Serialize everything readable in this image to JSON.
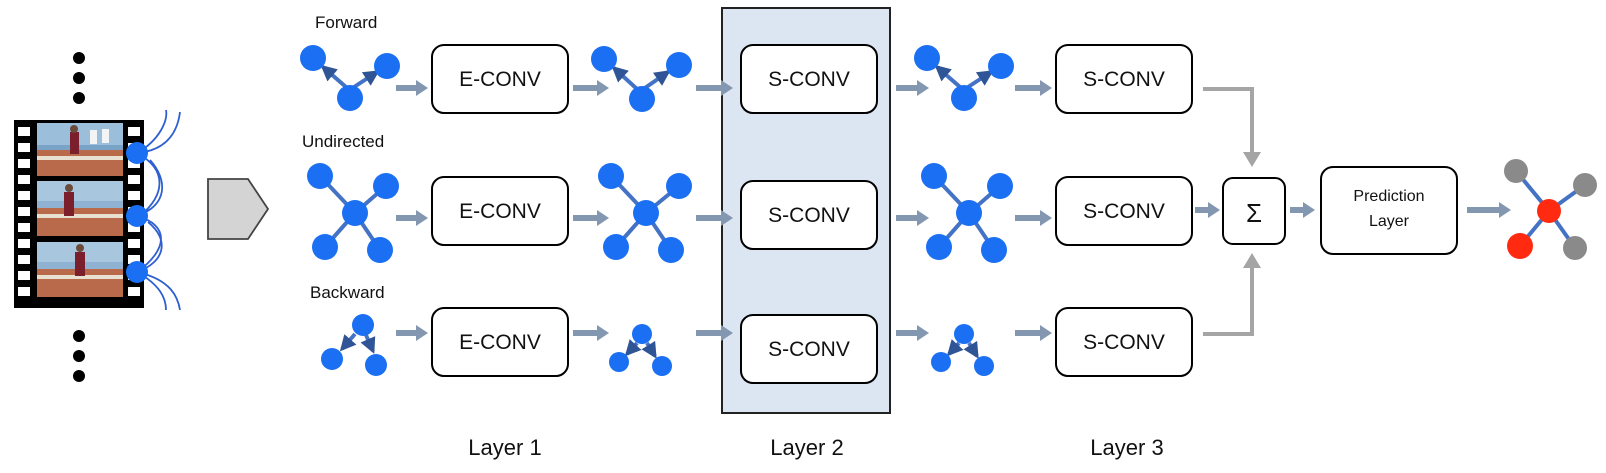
{
  "rows": {
    "forward": {
      "label": "Forward"
    },
    "undirected": {
      "label": "Undirected"
    },
    "backward": {
      "label": "Backward"
    }
  },
  "layers": {
    "layer1": {
      "label": "Layer 1",
      "block": "E-CONV"
    },
    "layer2": {
      "label": "Layer 2",
      "block": "S-CONV"
    },
    "layer3": {
      "label": "Layer 3",
      "block": "S-CONV"
    }
  },
  "sum": {
    "symbol": "Σ"
  },
  "prediction": {
    "line1": "Prediction",
    "line2": "Layer"
  },
  "colors": {
    "node_blue": "#1a6ff2",
    "node_red": "#ff2a10",
    "node_gray": "#8a8a8a",
    "edge_blue": "#4472c4",
    "arrow_gray": "#8497b0",
    "highlight_fill": "#dce6f2",
    "pentagon_fill": "#d4d4d4"
  }
}
